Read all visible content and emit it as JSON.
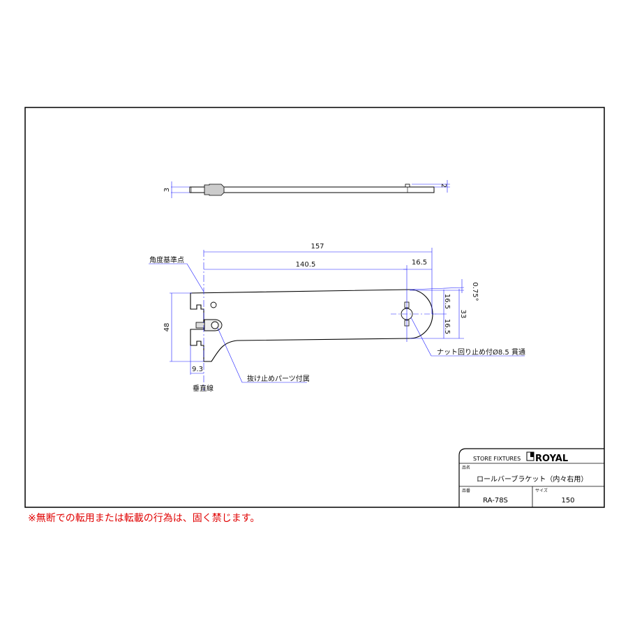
{
  "drawing": {
    "top_view": {
      "dim_thickness": "3",
      "dim_tab": "2"
    },
    "side_view": {
      "dim_total_length": "157",
      "dim_hole_position": "140.5",
      "dim_end_radius": "16.5",
      "dim_angle": "0.75°",
      "dim_upper_half": "16.5",
      "dim_lower_half": "16.5",
      "dim_end_height": "33",
      "dim_height": "48",
      "dim_hook_offset": "9.3",
      "label_reference_point": "角度基準点",
      "label_vertical_line": "垂直線",
      "label_retainer": "抜け止めパーツ付属",
      "label_nut_hole": "ナット回り止め付Ø8.5 貫通"
    }
  },
  "title_block": {
    "company": "STORE FIXTURES",
    "brand": "ROYAL",
    "product_name_label": "品名",
    "product_name": "ロールバーブラケット（内々右用）",
    "part_number_label": "品番",
    "part_number": "RA-78S",
    "size_label": "サイズ",
    "size": "150"
  },
  "notice": "※無断での転用または転載の行為は、固く禁じます。",
  "colors": {
    "dimension": "#1a1aff",
    "outline": "#000000",
    "notice": "#e00000"
  }
}
